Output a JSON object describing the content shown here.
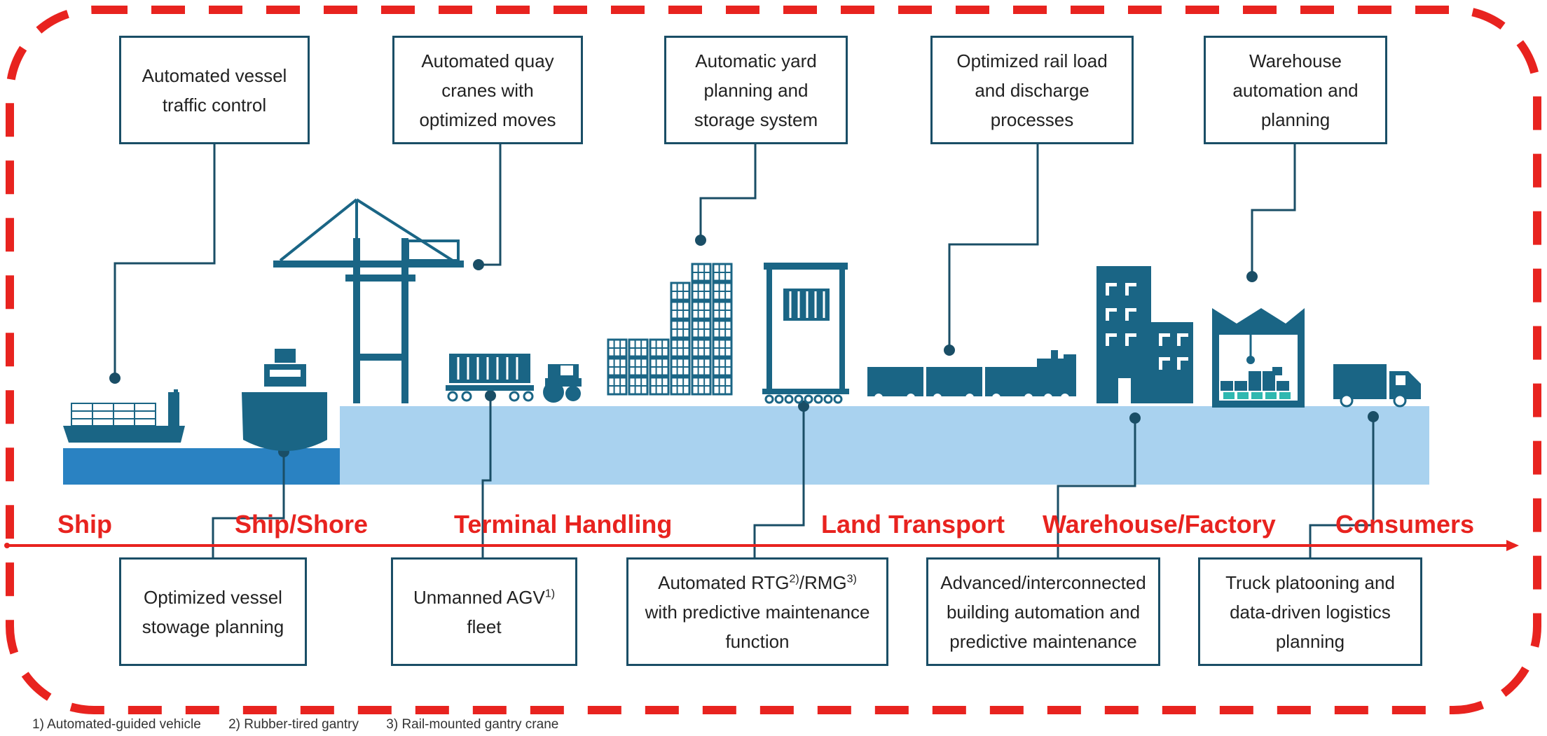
{
  "colors": {
    "frame_dashes": "#e8231f",
    "arrow": "#e8231f",
    "box_border": "#1a4e66",
    "icons": "#1a6585",
    "water": "#2a82c2",
    "land": "#a9d2ef",
    "stage_text": "#e8231f"
  },
  "top_boxes": [
    {
      "text": "Automated vessel\ntraffic control"
    },
    {
      "text": "Automated quay\ncranes with\noptimized moves"
    },
    {
      "text": "Automatic yard\nplanning and\nstorage system"
    },
    {
      "text": "Optimized rail load\nand discharge\nprocesses"
    },
    {
      "text": "Warehouse\nautomation and\nplanning"
    }
  ],
  "bottom_boxes": [
    {
      "text": "Optimized vessel\nstowage planning"
    },
    {
      "pre": "Unmanned AGV",
      "sup": "1)",
      "post": "\nfleet"
    },
    {
      "pre": "Automated RTG",
      "sup": "2)",
      "mid": "/RMG",
      "sup2": "3)",
      "post": "\nwith predictive maintenance\nfunction"
    },
    {
      "text": "Advanced/interconnected\nbuilding automation and\npredictive maintenance"
    },
    {
      "text": "Truck platooning and\ndata-driven logistics\nplanning"
    }
  ],
  "stages": [
    "Ship",
    "Ship/Shore",
    "Terminal Handling",
    "Land Transport",
    "Warehouse/Factory",
    "Consumers"
  ],
  "footnotes": [
    "1) Automated-guided vehicle",
    "2) Rubber-tired gantry",
    "3) Rail-mounted gantry crane"
  ],
  "icons": [
    "container-ship-icon",
    "ship-bow-icon",
    "quay-crane-icon",
    "agv-train-icon",
    "tractor-icon",
    "container-stack-icon",
    "rmg-crane-icon",
    "freight-train-icon",
    "office-building-icon",
    "factory-icon",
    "truck-icon"
  ]
}
